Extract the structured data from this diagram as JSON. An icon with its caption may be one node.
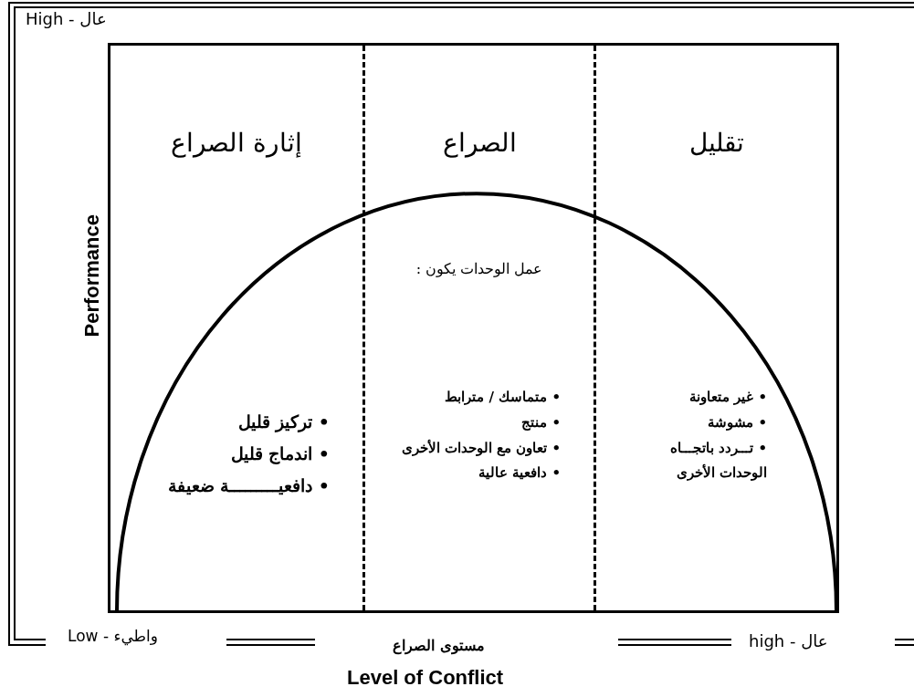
{
  "diagram": {
    "nodes": [
      {
        "text": [
          "إثارة الصراع",
          "• تركيز قليل",
          "• اندماج قليل",
          "• دافعيـــــــــة ضعيفة"
        ]
      },
      {
        "text": [
          "الصراع",
          "عمل الوحدات يكون :",
          "• متماسك / مترابط",
          "• منتج",
          "• تعاون مع الوحدات الأخرى",
          "• دافعية عالية"
        ]
      },
      {
        "text": [
          "تقليل",
          "• غير متعاونة",
          "• مشوشة",
          "• تـــردد باتجـــاه الوحدات الأخرى"
        ]
      }
    ],
    "labels": [
      "High - عال",
      "Performance",
      "Low - واطيء",
      "مستوى الصراع",
      "high - عال",
      "Level of Conflict"
    ]
  }
}
